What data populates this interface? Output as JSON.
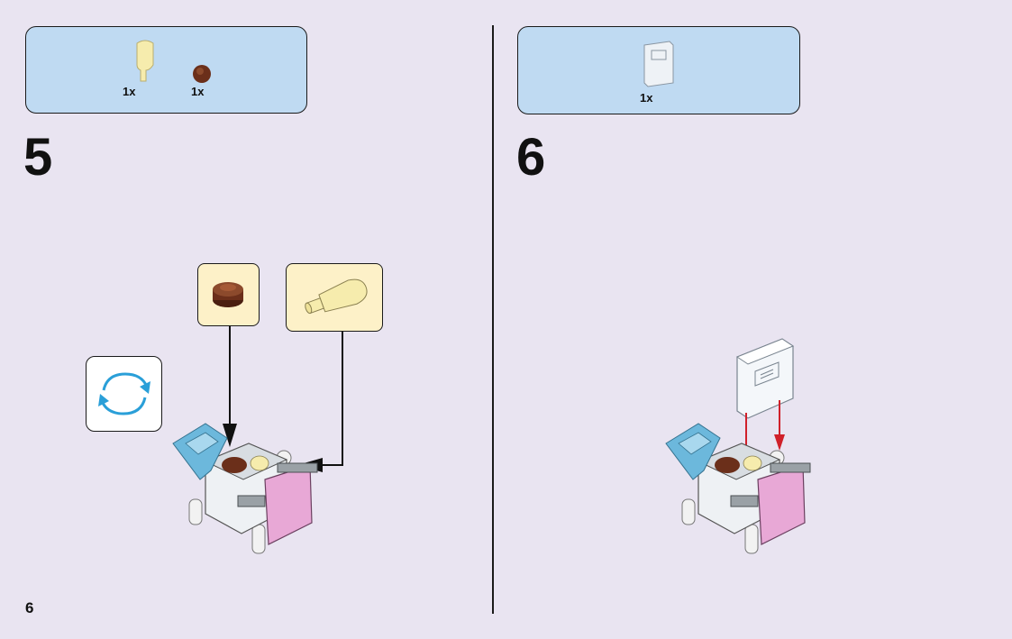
{
  "page": {
    "number": "6"
  },
  "steps": [
    {
      "number": "5",
      "parts": [
        {
          "qty": "1x",
          "icon": "bottle-piece-icon",
          "color": "#f6ecad"
        },
        {
          "qty": "1x",
          "icon": "round-brick-icon",
          "color": "#6b2f1a"
        }
      ]
    },
    {
      "number": "6",
      "parts": [
        {
          "qty": "1x",
          "icon": "transparent-panel-icon",
          "color": "#eef2f6"
        }
      ]
    }
  ],
  "colors": {
    "background": "#e9e4f1",
    "parts_box": "#bfdaf2",
    "callout": "#fdf1c8",
    "rotate_arrow": "#2a9fd8",
    "assembly_arrow": "#d0202a",
    "cart_pink": "#e8a8d6",
    "cart_blue": "#6cb8dc"
  },
  "icons": {
    "rotate": "rotate-model-icon",
    "arrow_black": "placement-arrow",
    "arrow_red": "placement-arrow-red"
  }
}
